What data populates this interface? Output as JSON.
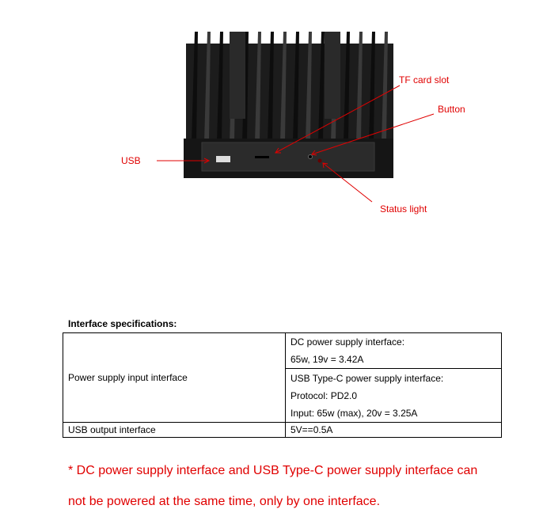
{
  "figure": {
    "labels": {
      "usb": "USB",
      "tf": "TF card slot",
      "button": "Button",
      "status": "Status light"
    }
  },
  "table": {
    "heading": "Interface specifications:",
    "rows": [
      {
        "name": "Power supply input interface",
        "dc": {
          "title": "DC power supply interface:",
          "line1": "65w, 19v = 3.42A"
        },
        "typec": {
          "title": "USB Type-C power supply interface:",
          "line1": "Protocol: PD2.0",
          "line2": "Input: 65w (max), 20v = 3.25A"
        }
      },
      {
        "name": "USB output interface",
        "value": "5V==0.5A"
      }
    ]
  },
  "note": {
    "line1": "* DC power supply interface and USB Type-C power supply interface can",
    "line2": "not be powered at the same time, only by one interface."
  },
  "colors": {
    "annotation": "#e00000"
  }
}
